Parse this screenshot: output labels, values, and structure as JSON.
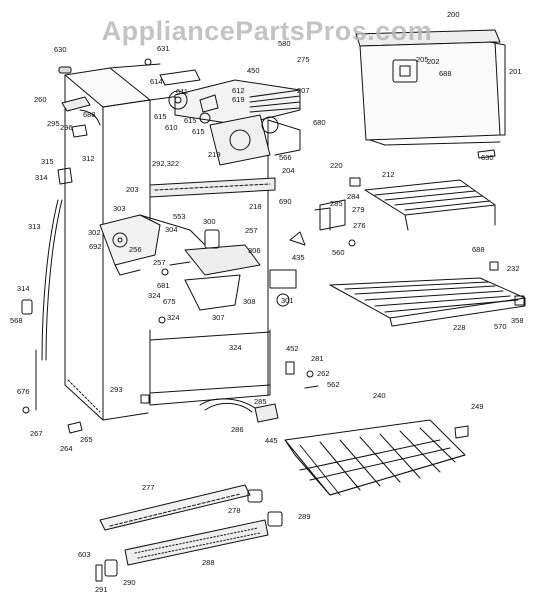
{
  "watermark": "AppliancePartsPros.com",
  "parts": [
    {
      "id": "p200",
      "text": "200"
    },
    {
      "id": "p201",
      "text": "201"
    },
    {
      "id": "p202",
      "text": "202"
    },
    {
      "id": "p203",
      "text": "203"
    },
    {
      "id": "p204",
      "text": "204"
    },
    {
      "id": "p205",
      "text": "205"
    },
    {
      "id": "p207",
      "text": "207"
    },
    {
      "id": "p212",
      "text": "212"
    },
    {
      "id": "p218",
      "text": "218"
    },
    {
      "id": "p219",
      "text": "219"
    },
    {
      "id": "p220",
      "text": "220"
    },
    {
      "id": "p228",
      "text": "228"
    },
    {
      "id": "p232",
      "text": "232"
    },
    {
      "id": "p240",
      "text": "240"
    },
    {
      "id": "p249",
      "text": "249"
    },
    {
      "id": "p256",
      "text": "256"
    },
    {
      "id": "p257a",
      "text": "257"
    },
    {
      "id": "p257b",
      "text": "257"
    },
    {
      "id": "p260",
      "text": "260"
    },
    {
      "id": "p262",
      "text": "262"
    },
    {
      "id": "p264",
      "text": "264"
    },
    {
      "id": "p265",
      "text": "265"
    },
    {
      "id": "p267",
      "text": "267"
    },
    {
      "id": "p275",
      "text": "275"
    },
    {
      "id": "p276",
      "text": "276"
    },
    {
      "id": "p277",
      "text": "277"
    },
    {
      "id": "p278",
      "text": "278"
    },
    {
      "id": "p279",
      "text": "279"
    },
    {
      "id": "p281",
      "text": "281"
    },
    {
      "id": "p284",
      "text": "284"
    },
    {
      "id": "p285a",
      "text": "285"
    },
    {
      "id": "p285b",
      "text": "285"
    },
    {
      "id": "p286",
      "text": "286"
    },
    {
      "id": "p288",
      "text": "288"
    },
    {
      "id": "p289",
      "text": "289"
    },
    {
      "id": "p290",
      "text": "290"
    },
    {
      "id": "p291",
      "text": "291"
    },
    {
      "id": "p292",
      "text": "292,322"
    },
    {
      "id": "p293",
      "text": "293"
    },
    {
      "id": "p295",
      "text": "295"
    },
    {
      "id": "p296",
      "text": "296"
    },
    {
      "id": "p300",
      "text": "300"
    },
    {
      "id": "p301",
      "text": "301"
    },
    {
      "id": "p302",
      "text": "302"
    },
    {
      "id": "p303",
      "text": "303"
    },
    {
      "id": "p304",
      "text": "304"
    },
    {
      "id": "p306",
      "text": "306"
    },
    {
      "id": "p307",
      "text": "307"
    },
    {
      "id": "p308",
      "text": "308"
    },
    {
      "id": "p312",
      "text": "312"
    },
    {
      "id": "p313",
      "text": "313"
    },
    {
      "id": "p314a",
      "text": "314"
    },
    {
      "id": "p314b",
      "text": "314"
    },
    {
      "id": "p315",
      "text": "315"
    },
    {
      "id": "p324a",
      "text": "324"
    },
    {
      "id": "p324b",
      "text": "324"
    },
    {
      "id": "p324c",
      "text": "324"
    },
    {
      "id": "p358",
      "text": "358"
    },
    {
      "id": "p435",
      "text": "435"
    },
    {
      "id": "p445",
      "text": "445"
    },
    {
      "id": "p450",
      "text": "450"
    },
    {
      "id": "p452",
      "text": "452"
    },
    {
      "id": "p553",
      "text": "553"
    },
    {
      "id": "p560",
      "text": "560"
    },
    {
      "id": "p562",
      "text": "562"
    },
    {
      "id": "p566",
      "text": "566"
    },
    {
      "id": "p568",
      "text": "568"
    },
    {
      "id": "p570",
      "text": "570"
    },
    {
      "id": "p580",
      "text": "580"
    },
    {
      "id": "p603",
      "text": "603"
    },
    {
      "id": "p610",
      "text": "610"
    },
    {
      "id": "p611",
      "text": "611"
    },
    {
      "id": "p612",
      "text": "612"
    },
    {
      "id": "p614",
      "text": "614"
    },
    {
      "id": "p615a",
      "text": "615"
    },
    {
      "id": "p615b",
      "text": "615"
    },
    {
      "id": "p615c",
      "text": "615"
    },
    {
      "id": "p619",
      "text": "619"
    },
    {
      "id": "p630a",
      "text": "630"
    },
    {
      "id": "p630b",
      "text": "630"
    },
    {
      "id": "p631",
      "text": "631"
    },
    {
      "id": "p675",
      "text": "675"
    },
    {
      "id": "p676",
      "text": "676"
    },
    {
      "id": "p680",
      "text": "680"
    },
    {
      "id": "p681",
      "text": "681"
    },
    {
      "id": "p688a",
      "text": "688"
    },
    {
      "id": "p688b",
      "text": "688"
    },
    {
      "id": "p688c",
      "text": "688"
    },
    {
      "id": "p690",
      "text": "690"
    },
    {
      "id": "p692",
      "text": "692"
    }
  ]
}
